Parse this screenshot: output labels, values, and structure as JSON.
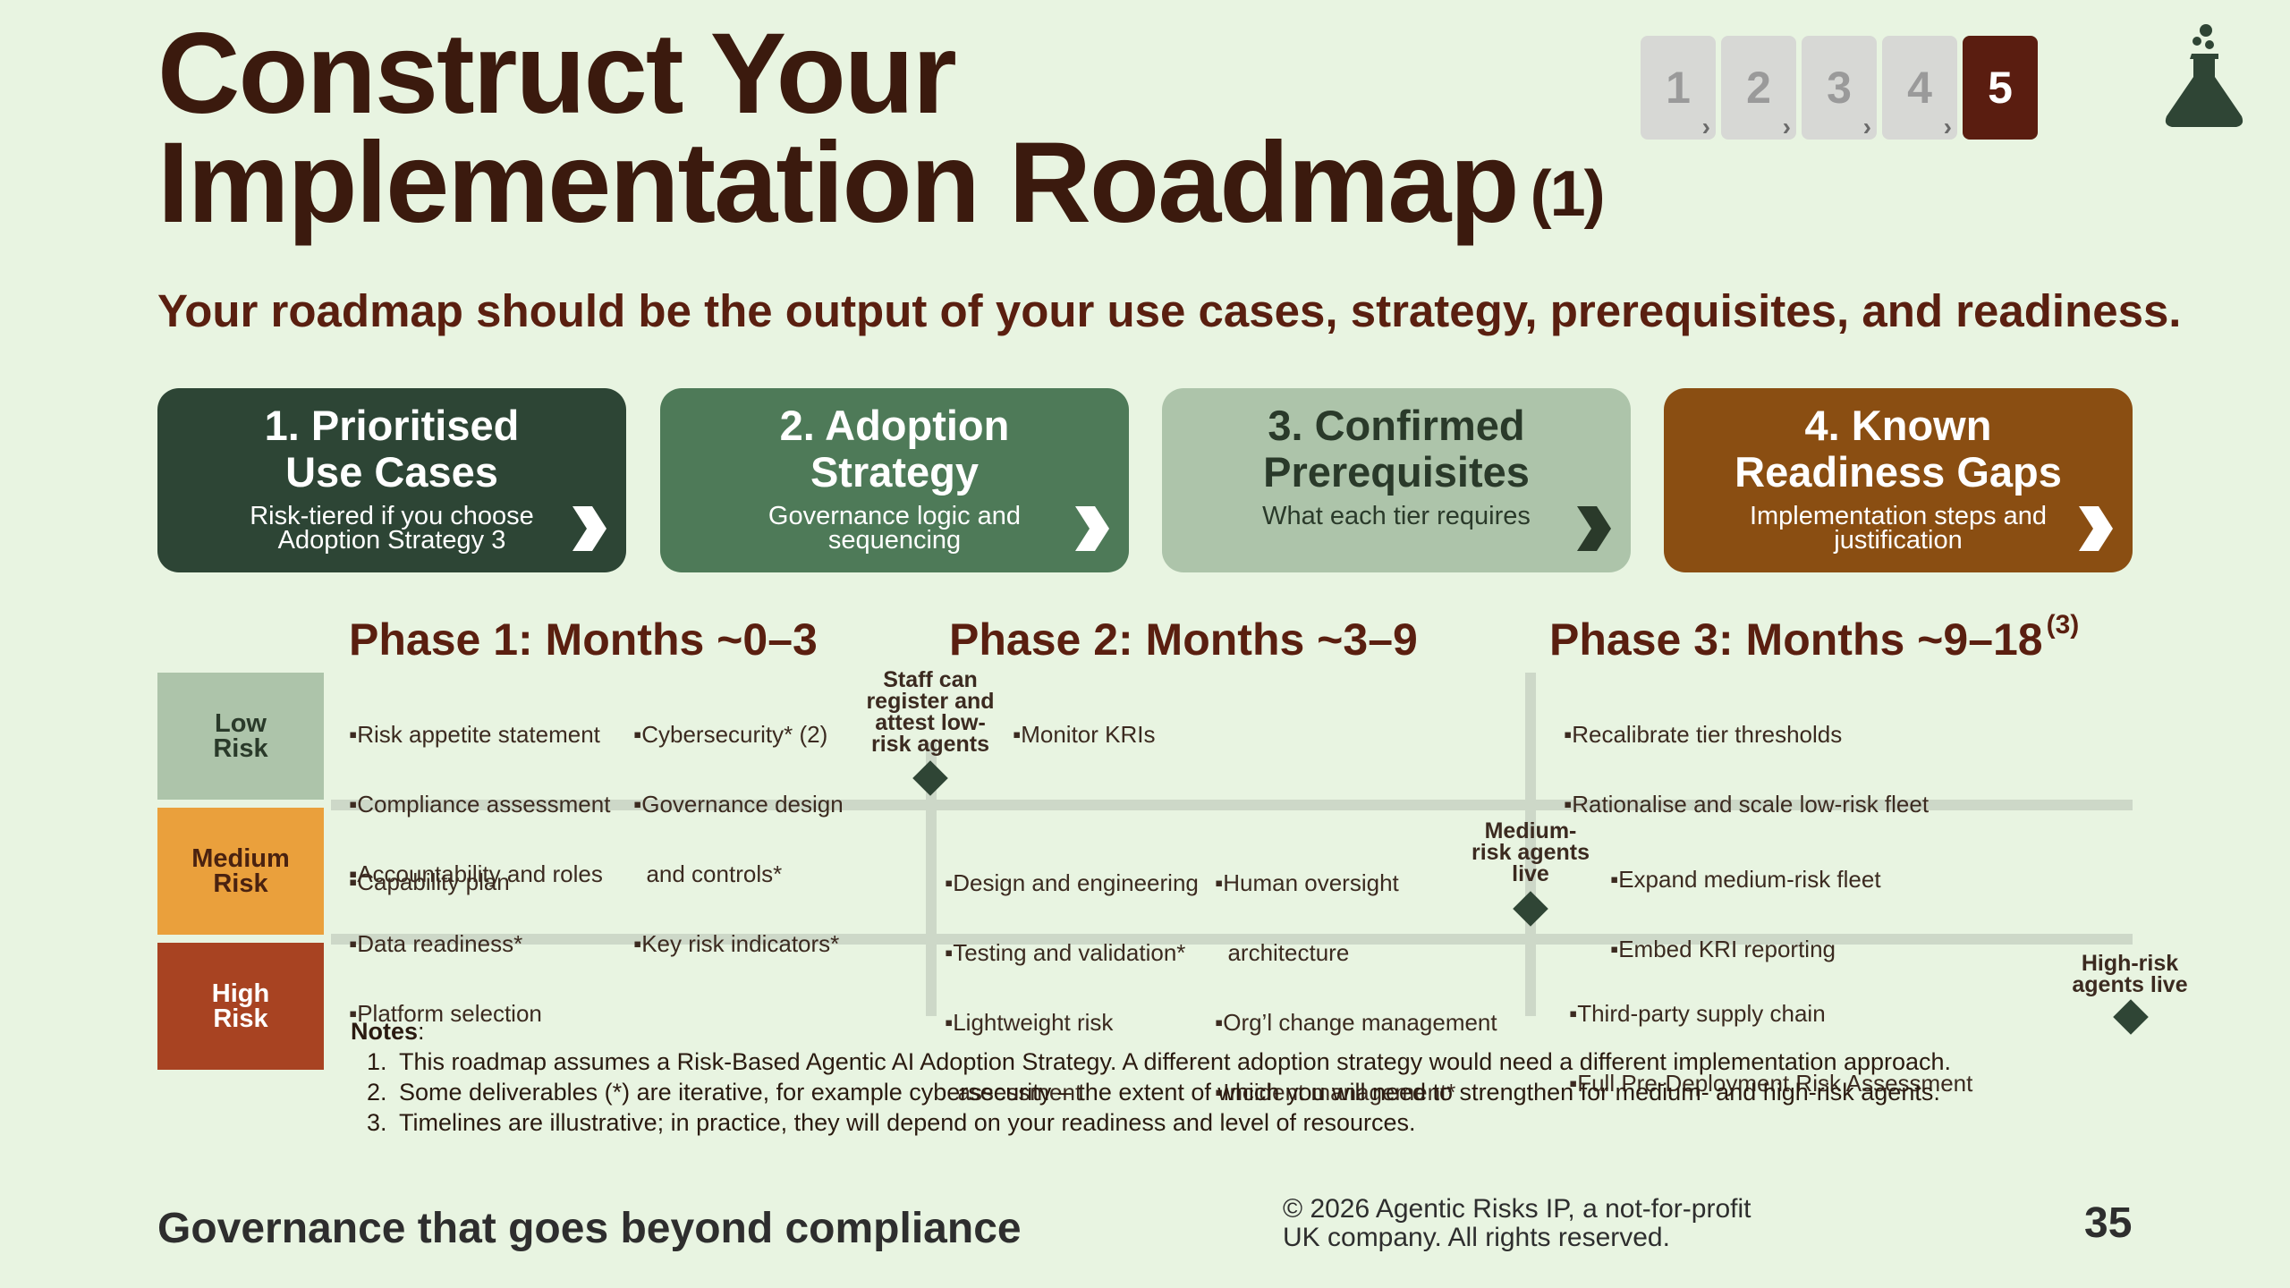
{
  "header": {
    "title_line1": "Construct Your",
    "title_line2": "Implementation Roadmap",
    "title_note": "(1)",
    "subtitle": "Your roadmap should be the output of your use cases, strategy, prerequisites, and readiness."
  },
  "stepper": {
    "steps": [
      "1",
      "2",
      "3",
      "4",
      "5"
    ],
    "current": "5"
  },
  "logo_icon": "flask-icon",
  "inputs": [
    {
      "title": "1. Prioritised\nUse Cases",
      "subtitle": "Risk-tiered if you choose\nAdoption Strategy 3",
      "color": "#2d4535",
      "text_color": "#ffffff",
      "arrow_color": "#ffffff"
    },
    {
      "title": "2. Adoption\nStrategy",
      "subtitle": "Governance logic and\nsequencing",
      "color": "#4e7a58",
      "text_color": "#ffffff",
      "arrow_color": "#ffffff"
    },
    {
      "title": "3. Confirmed\nPrerequisites",
      "subtitle": "What each tier requires",
      "color": "#adc4aa",
      "text_color": "#2a3a2a",
      "arrow_color": "#2a3a2a"
    },
    {
      "title": "4. Known\nReadiness Gaps",
      "subtitle": "Implementation steps and\njustification",
      "color": "#8a4e12",
      "text_color": "#ffffff",
      "arrow_color": "#ffffff"
    }
  ],
  "phases": [
    {
      "label": "Phase 1:  Months ~0–3",
      "note": ""
    },
    {
      "label": "Phase 2:  Months ~3–9",
      "note": ""
    },
    {
      "label": "Phase 3:  Months ~9–18",
      "note": "(3)"
    }
  ],
  "risk_bands": [
    {
      "label": "Low\nRisk",
      "color": "#adc4aa",
      "text_color": "#2a3a2a"
    },
    {
      "label": "Medium\nRisk",
      "color": "#eaa03c",
      "text_color": "#4a2210"
    },
    {
      "label": "High\nRisk",
      "color": "#a84322",
      "text_color": "#ffffff"
    }
  ],
  "roadmap": {
    "low_p1_a": [
      "▪Risk appetite statement",
      "▪Compliance assessment",
      "▪Accountability and roles",
      "▪Data readiness*",
      "▪Platform selection"
    ],
    "low_p1_b": [
      "▪Cybersecurity* (2)",
      "▪Governance design",
      "  and controls*",
      "▪Key risk indicators*"
    ],
    "low_p2": [
      "▪Monitor KRIs"
    ],
    "low_p3": [
      "▪Recalibrate tier thresholds",
      "▪Rationalise and scale low-risk fleet"
    ],
    "med_p1": [
      "▪Capability plan"
    ],
    "med_p2_a": [
      "▪Design and engineering",
      "▪Testing and validation*",
      "▪Lightweight risk",
      "  assessment"
    ],
    "med_p2_b": [
      "▪Human oversight",
      "  architecture",
      "▪Org’l change management",
      "▪Incident management*"
    ],
    "med_p3": [
      "▪Expand medium-risk fleet",
      "▪Embed KRI reporting"
    ],
    "high_p3": [
      "▪Third-party supply chain",
      "▪Full Pre-Deployment Risk Assessment"
    ]
  },
  "milestones": [
    {
      "label": "Staff can\nregister and\nattest low-\nrisk agents"
    },
    {
      "label": "Medium-\nrisk agents\nlive"
    },
    {
      "label": "High-risk\nagents live"
    }
  ],
  "notes": {
    "heading": "Notes",
    "heading_suffix": ":",
    "items": [
      "This roadmap assumes a Risk-Based Agentic AI Adoption Strategy. A different adoption strategy would need a different implementation approach.",
      "Some deliverables (*) are iterative, for example cybersecurity – the extent of which you will need to strengthen for medium- and high-risk agents.",
      "Timelines are illustrative; in practice, they will depend on your readiness and level of resources."
    ]
  },
  "footer": {
    "tagline": "Governance that goes beyond compliance",
    "copyright": "© 2026 Agentic Risks IP, a not-for-profit\nUK company. All rights reserved.",
    "page_number": "35"
  }
}
